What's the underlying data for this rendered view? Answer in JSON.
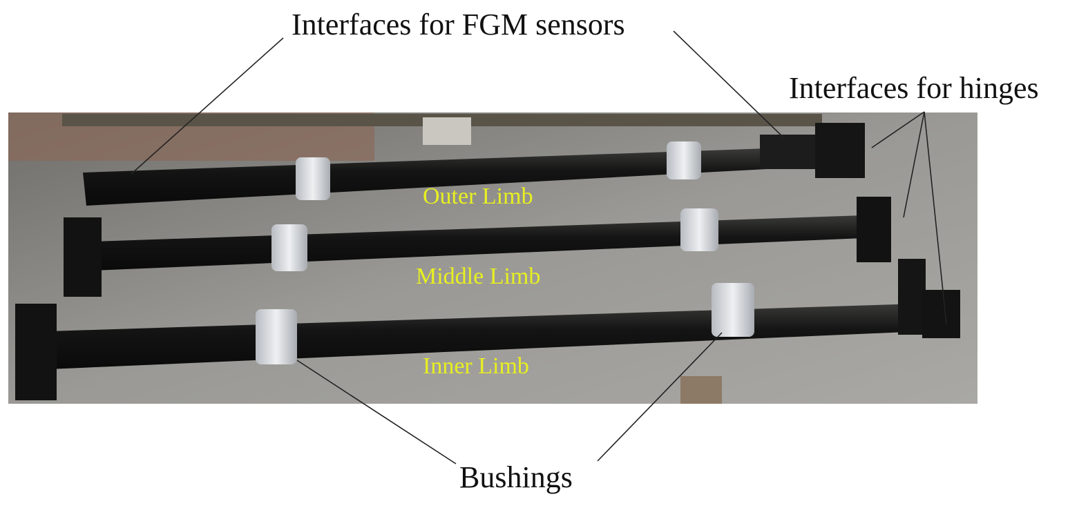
{
  "annotations": {
    "fgm_sensors": "Interfaces for FGM sensors",
    "hinges": "Interfaces for hinges",
    "bushings": "Bushings"
  },
  "limb_labels": {
    "outer": "Outer Limb",
    "middle": "Middle Limb",
    "inner": "Inner Limb"
  },
  "colors": {
    "limb_label": "#e8f020",
    "annotation": "#111111",
    "limb": "#1a1a1a",
    "plate": "#8a8a88"
  }
}
